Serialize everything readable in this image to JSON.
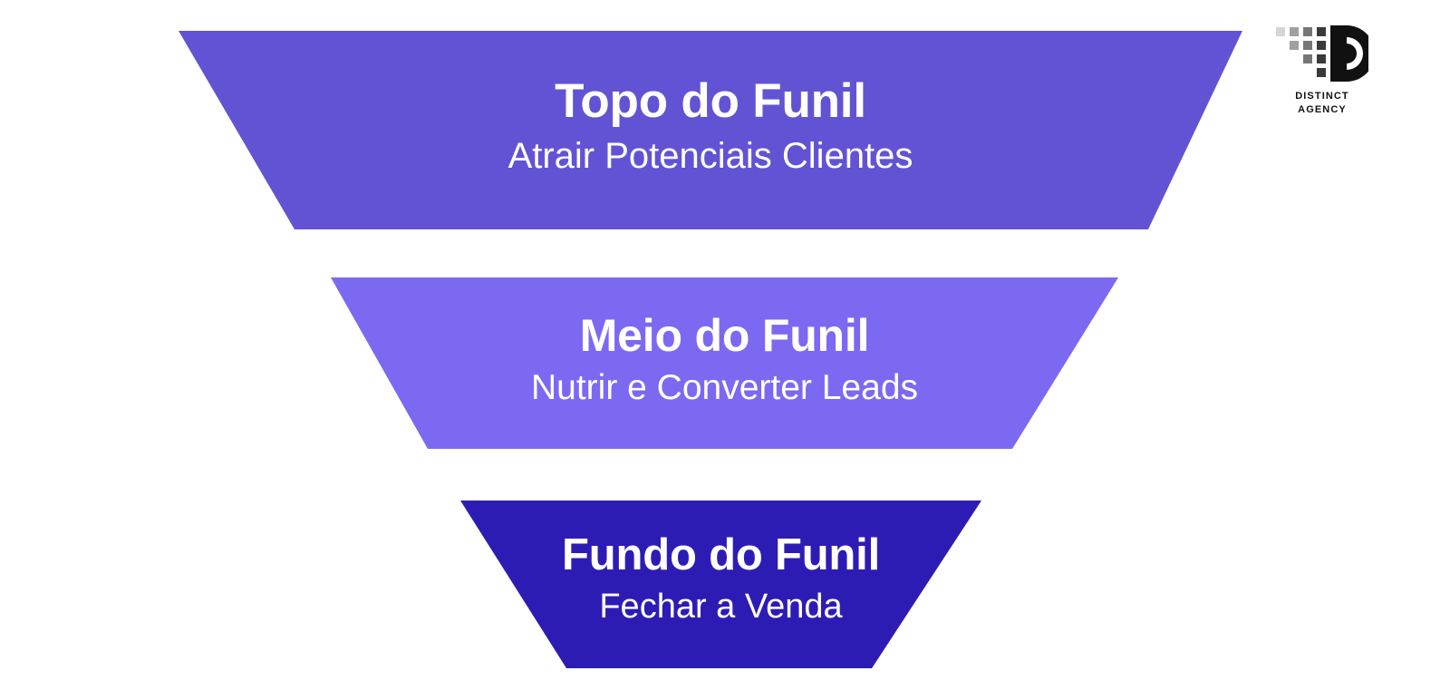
{
  "background_color": "#ffffff",
  "funnel": {
    "title_lang": "pt-BR",
    "stages": [
      {
        "id": "top",
        "title": "Topo do Funil",
        "subtitle": "Atrair Potenciais Clientes",
        "color": "#6253d4",
        "text_color": "#ffffff"
      },
      {
        "id": "middle",
        "title": "Meio do Funil",
        "subtitle": "Nutrir e Converter Leads",
        "color": "#7c69f2",
        "text_color": "#ffffff"
      },
      {
        "id": "bottom",
        "title": "Fundo do Funil",
        "subtitle": "Fechar a Venda",
        "color": "#2d1cb4",
        "text_color": "#ffffff"
      }
    ]
  },
  "logo": {
    "mark_name": "distinct-d-monogram",
    "line1": "DISTINCT",
    "line2": "AGENCY",
    "color": "#111111",
    "dot_colors": [
      "#d5d5d5",
      "#a0a0a0",
      "#767676",
      "#3a3a3a",
      "#111111"
    ]
  }
}
